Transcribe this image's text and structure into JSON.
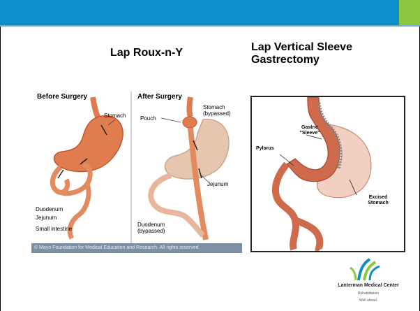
{
  "slide": {
    "title_left": "Lap Roux-n-Y",
    "title_right": "Lap Vertical Sleeve Gastrectomy",
    "colors": {
      "header": "#0d8ec9",
      "accent": "#8dc63f",
      "stomach": "#d9693f",
      "intestine": "#e0805a"
    }
  },
  "roux": {
    "before_label": "Before Surgery",
    "after_label": "After Surgery",
    "stomach_label": "Stomach",
    "pouch_label": "Pouch",
    "stomach_bypassed_label": "Stomach (bypassed)",
    "jejunum_label_right": "Jejunum",
    "duodenum_label": "Duodenum",
    "jejunum_label_left": "Jejunum",
    "small_intestine_label": "Small intestine",
    "duodenum_bypassed_label": "Duodenum (bypassed)",
    "copyright": "© Mayo Foundation for Medical Education and Research.  All rights reserved."
  },
  "sleeve": {
    "gastric_sleeve_label": "Gastric \"Sleeve\"",
    "pylorus_label": "Pylorus",
    "excised_label": "Excised Stomach"
  },
  "logo": {
    "name": "Lanterman Medical Center",
    "sub": "Rehabilitation",
    "tagline": "Well ahead."
  }
}
